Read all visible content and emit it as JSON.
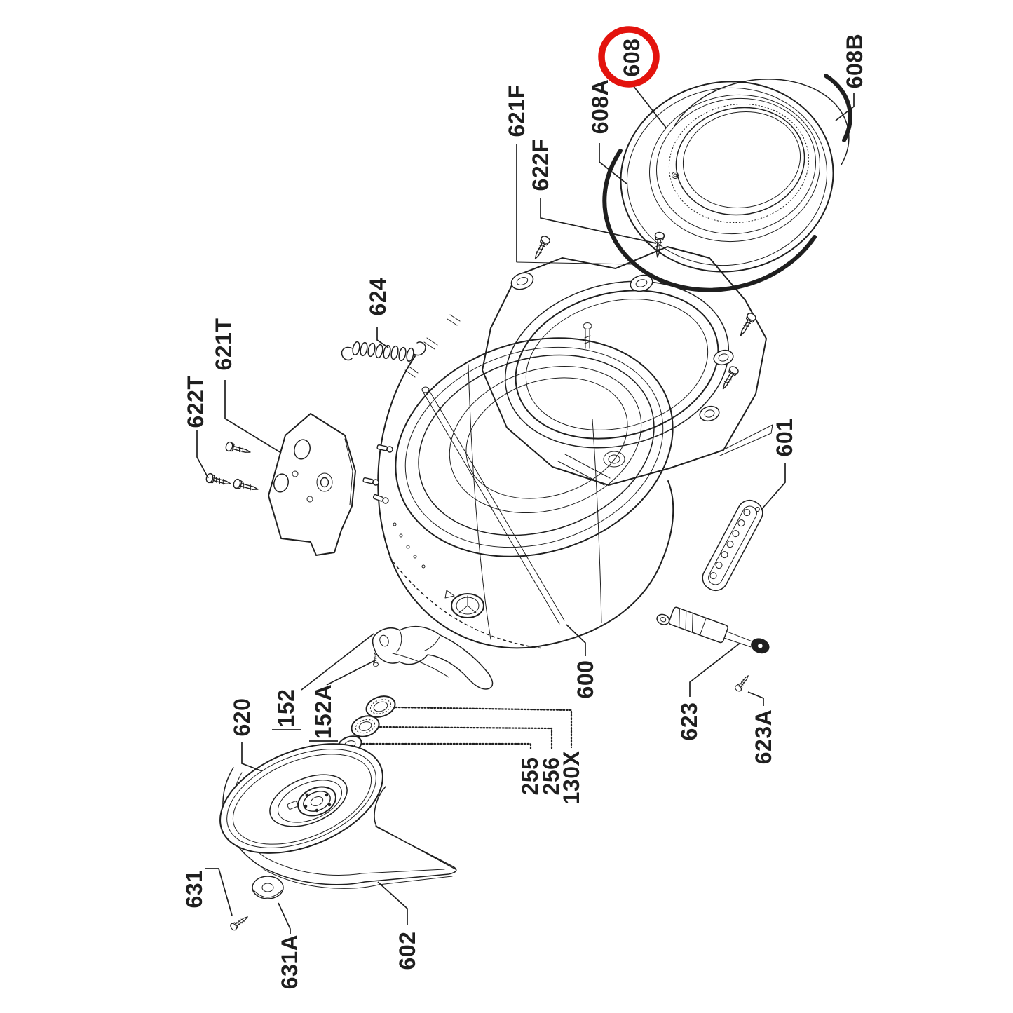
{
  "diagram": {
    "type": "exploded-parts-diagram",
    "background": "#ffffff",
    "ink_color": "#1f1f1f",
    "highlight": {
      "color": "#e3130d",
      "circled_label": "608"
    },
    "labels": {
      "608": "608",
      "608A": "608A",
      "608B": "608B",
      "621F": "621F",
      "622F": "622F",
      "624": "624",
      "621T": "621T",
      "622T": "622T",
      "601": "601",
      "600": "600",
      "623": "623",
      "623A": "623A",
      "620": "620",
      "152": "152",
      "152A": "152A",
      "255": "255",
      "256": "256",
      "130X": "130X",
      "602": "602",
      "631": "631",
      "631A": "631A"
    },
    "underlined_labels": [
      "152",
      "152A"
    ]
  }
}
